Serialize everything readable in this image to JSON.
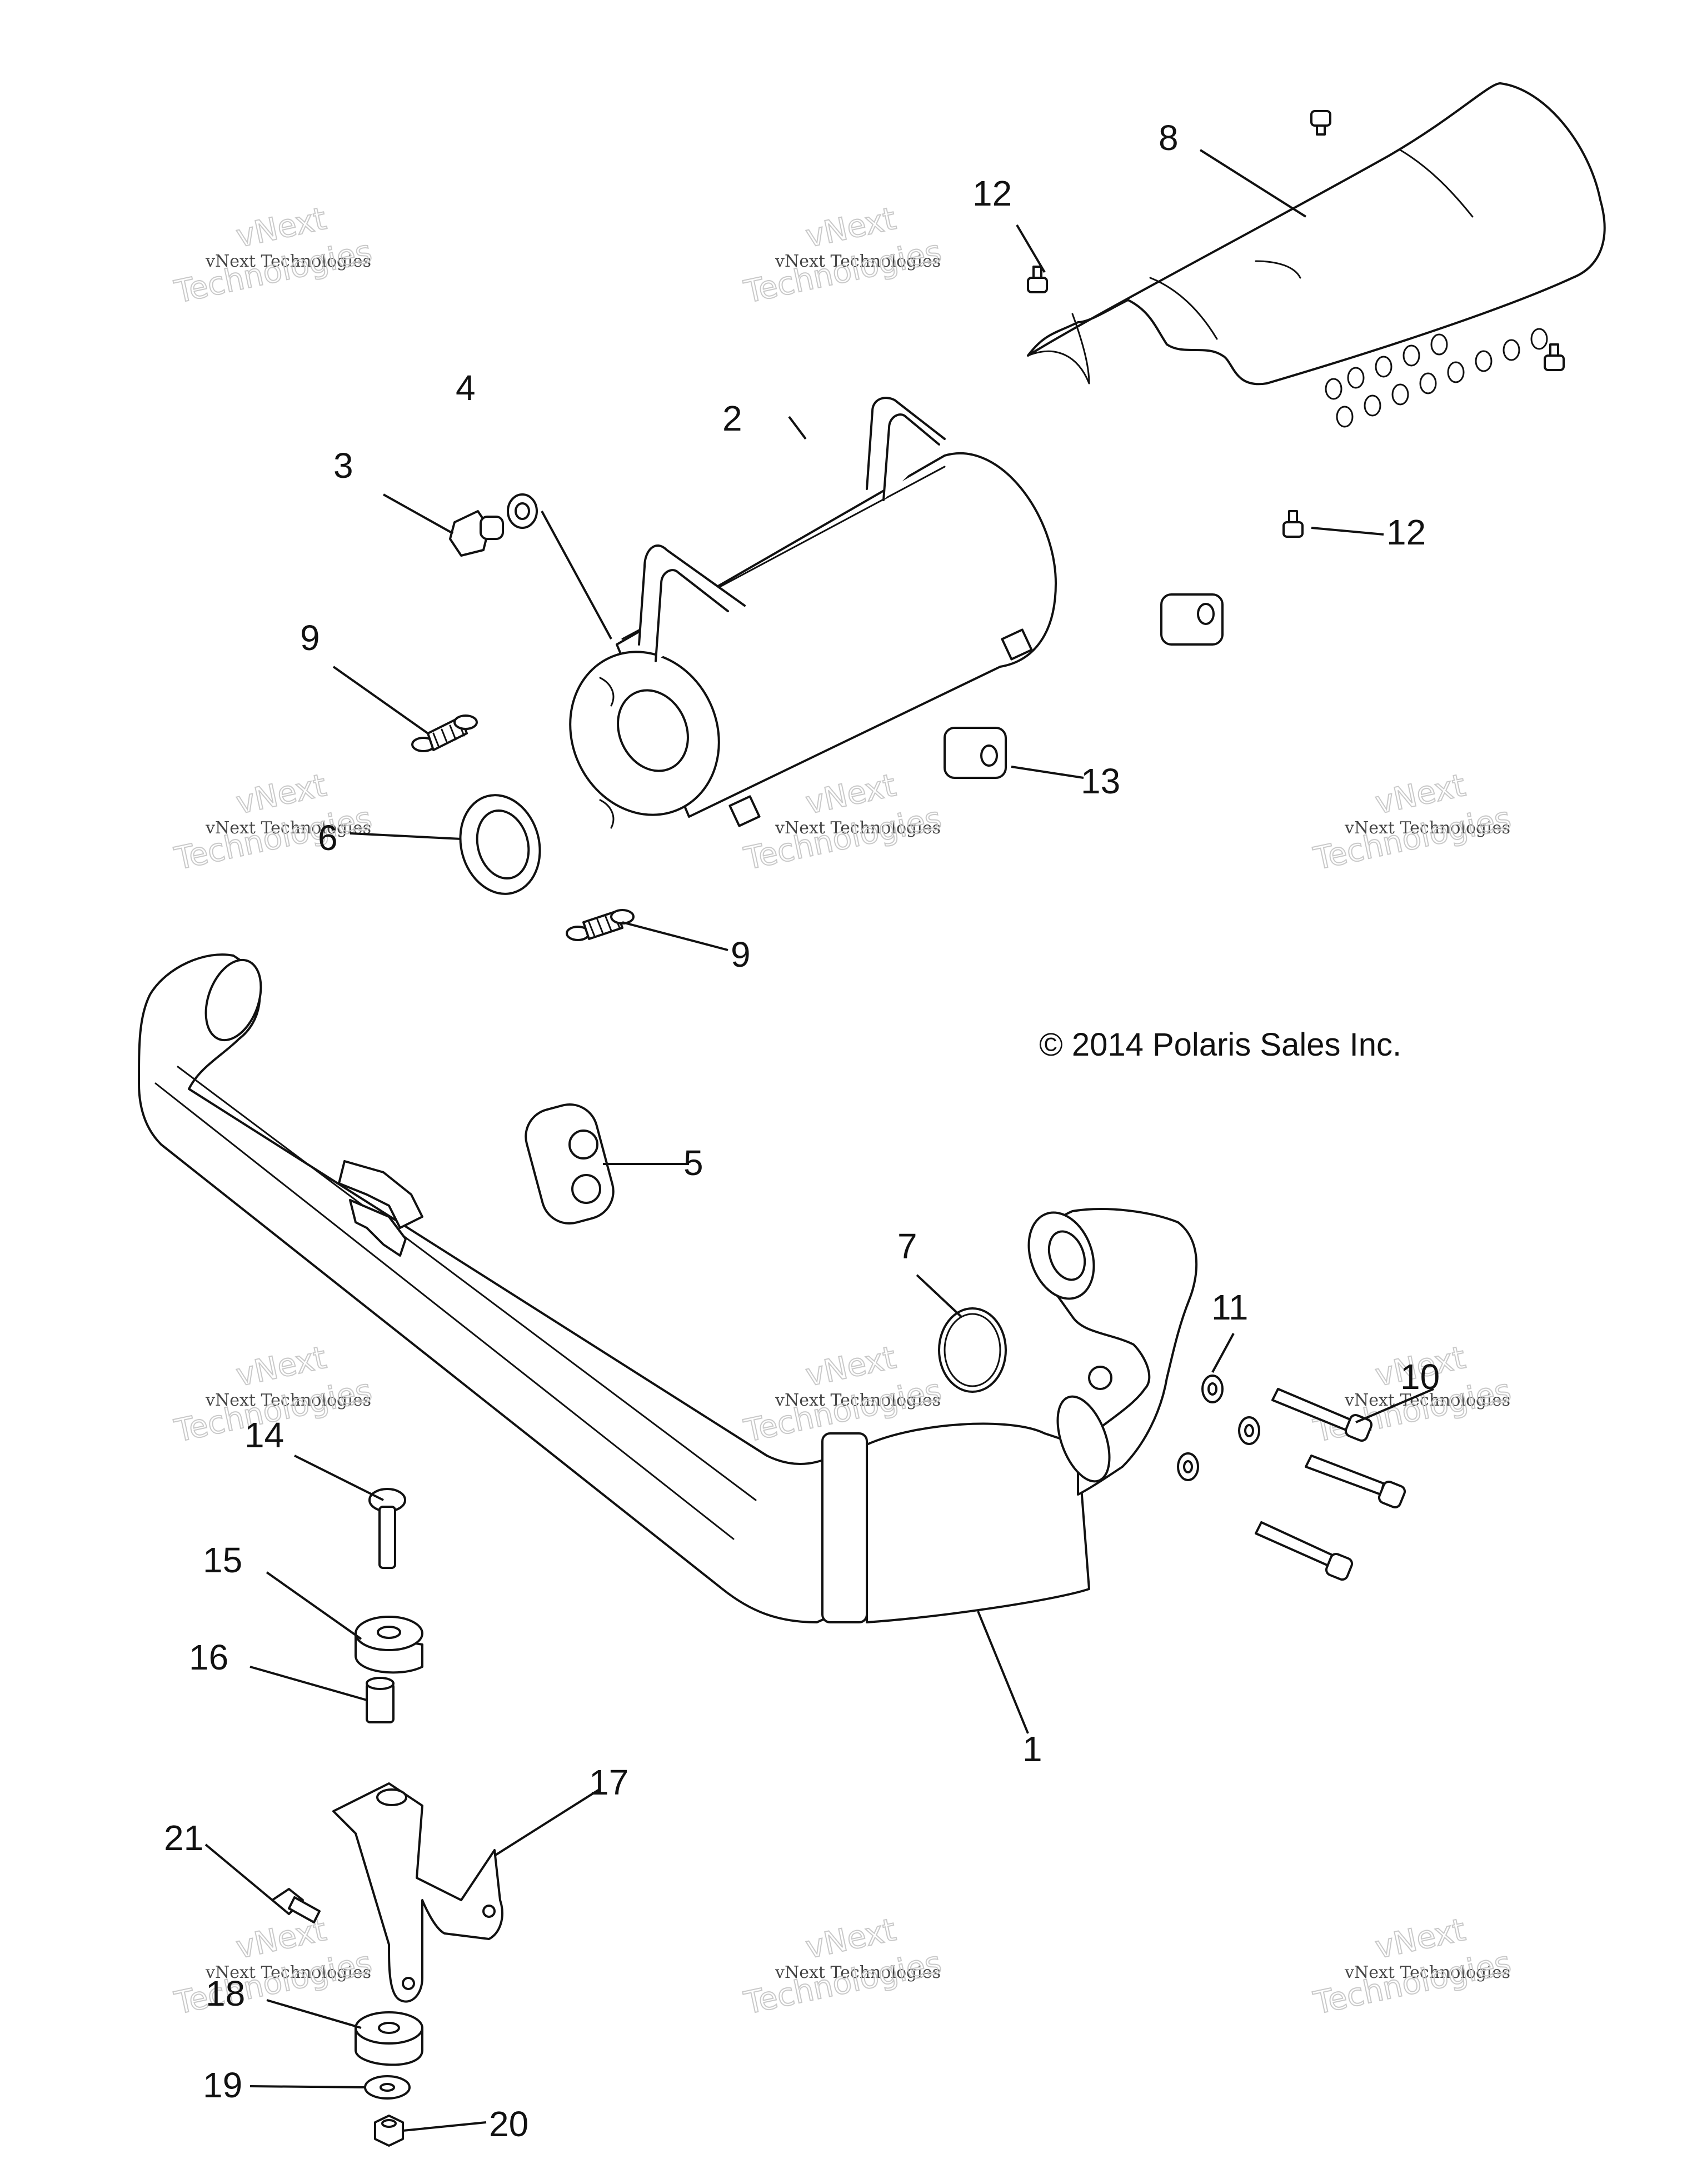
{
  "diagram": {
    "copyright": "© 2014 Polaris Sales Inc.",
    "watermark": {
      "line1": "vNext",
      "line2": "vNext Technologies",
      "line3": "Technologies"
    },
    "callouts": [
      {
        "id": "1",
        "text": "1"
      },
      {
        "id": "2",
        "text": "2"
      },
      {
        "id": "3",
        "text": "3"
      },
      {
        "id": "4",
        "text": "4"
      },
      {
        "id": "5",
        "text": "5"
      },
      {
        "id": "6",
        "text": "6"
      },
      {
        "id": "7",
        "text": "7"
      },
      {
        "id": "8",
        "text": "8"
      },
      {
        "id": "9a",
        "text": "9"
      },
      {
        "id": "9b",
        "text": "9"
      },
      {
        "id": "10",
        "text": "10"
      },
      {
        "id": "11",
        "text": "11"
      },
      {
        "id": "12a",
        "text": "12"
      },
      {
        "id": "12b",
        "text": "12"
      },
      {
        "id": "13",
        "text": "13"
      },
      {
        "id": "14",
        "text": "14"
      },
      {
        "id": "15",
        "text": "15"
      },
      {
        "id": "16",
        "text": "16"
      },
      {
        "id": "17",
        "text": "17"
      },
      {
        "id": "18",
        "text": "18"
      },
      {
        "id": "19",
        "text": "19"
      },
      {
        "id": "20",
        "text": "20"
      },
      {
        "id": "21",
        "text": "21"
      }
    ]
  }
}
